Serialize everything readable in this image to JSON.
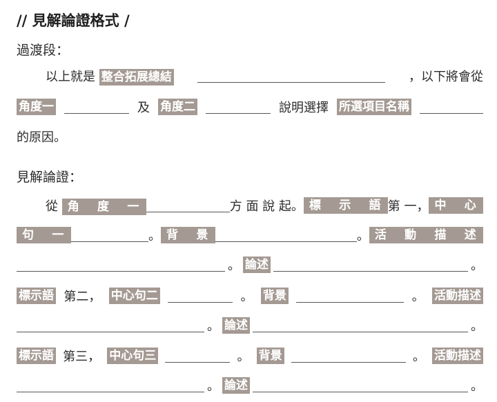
{
  "heading": "// 見解論證格式 /",
  "section1_title": "過渡段：",
  "section2_title": "見解論證：",
  "accent_color": "#a49a93",
  "tags": {
    "summary": "整合拓展總結",
    "angle1": "角度一",
    "angle2": "角度二",
    "selected": "所選項目名稱",
    "angle1_spaced": "角 度 一",
    "marker": "標示語",
    "marker_spaced": "標 示 語",
    "center1": "中心句一",
    "center1_a": "中 心",
    "center1_b": "句 一",
    "center2": "中心句二",
    "center3": "中心句三",
    "background": "背景",
    "background_spaced": "背 景",
    "activity": "活動描述",
    "activity_spaced": "活 動 描 述",
    "argument": "論述"
  },
  "text": {
    "intro_prefix": "以上就是",
    "next_will": "，以下將會從",
    "and": "及",
    "explain": "說明選擇",
    "reason": "的原因。",
    "from": "從",
    "start_from": "方 面 說 起。",
    "first": "第 一，",
    "second": "第二，",
    "third": "第三，",
    "period": "。"
  }
}
